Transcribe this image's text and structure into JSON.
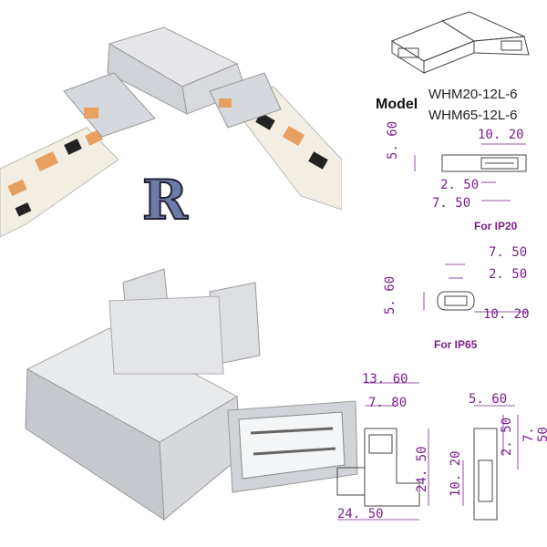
{
  "logo_letter": "R",
  "model": {
    "label": "Model",
    "values": [
      "WHM20-12L-6",
      "WHM65-12L-6"
    ]
  },
  "ip20": {
    "note": "For IP20",
    "dims": {
      "width": "10. 20",
      "height": "5. 60",
      "inner": "2. 50",
      "depth": "7. 50"
    }
  },
  "ip65": {
    "note": "For IP65",
    "dims": {
      "depth": "7. 50",
      "inner": "2. 50",
      "height": "5. 60",
      "width": "10. 20"
    }
  },
  "bottom_left_drawing": {
    "dims": {
      "top": "13. 60",
      "inner": "7. 80",
      "height": "24. 50",
      "bottom": "24. 50"
    }
  },
  "bottom_right_drawing": {
    "dims": {
      "top": "5. 60",
      "depth": "7. 50",
      "inner": "2. 50",
      "width": "10. 20"
    }
  },
  "colors": {
    "dimension": "#7a1f8c",
    "line": "#444444",
    "strip": "#2a2a2a",
    "led": "#e8a060"
  }
}
